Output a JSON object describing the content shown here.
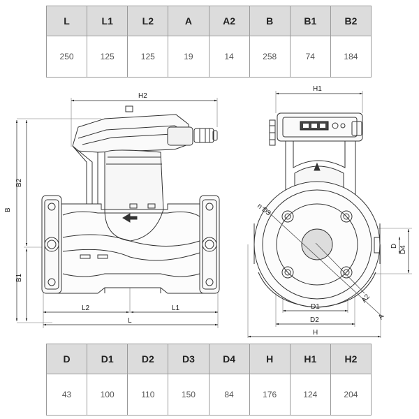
{
  "top_table": {
    "headers": [
      "L",
      "L1",
      "L2",
      "A",
      "A2",
      "B",
      "B1",
      "B2"
    ],
    "values": [
      "250",
      "125",
      "125",
      "19",
      "14",
      "258",
      "74",
      "184"
    ]
  },
  "bottom_table": {
    "headers": [
      "D",
      "D1",
      "D2",
      "D3",
      "D4",
      "H",
      "H1",
      "H2"
    ],
    "values": [
      "43",
      "100",
      "110",
      "150",
      "84",
      "176",
      "124",
      "204"
    ]
  },
  "drawing_labels": {
    "H2": "H2",
    "B": "B",
    "B2": "B2",
    "B1": "B1",
    "L2": "L2",
    "L1": "L1",
    "L": "L",
    "H1": "H1",
    "D3": "n D3",
    "D": "D",
    "D4": "D4",
    "D1": "D1",
    "D2": "D2",
    "A2": "A2",
    "A": "A",
    "H": "H"
  }
}
